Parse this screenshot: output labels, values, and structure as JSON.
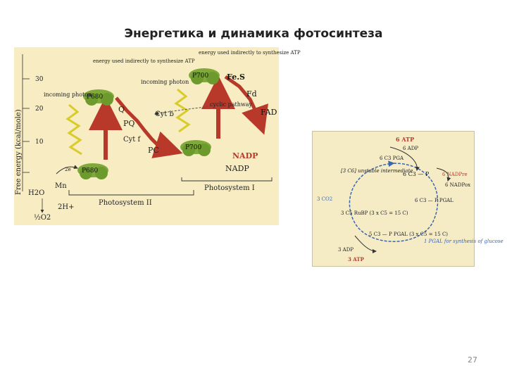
{
  "slide": {
    "title": "Энергетика и динамика фотосинтеза",
    "page_number": "27"
  },
  "photosynthesis_diagram": {
    "y_axis_label": "Free energy (kcal/mole)",
    "y_ticks": [
      "30",
      "20",
      "10"
    ],
    "photosystem2_label": "Photosystem II",
    "photosystem1_label": "Photosystem I",
    "p680": "P680",
    "p680_star": "P680",
    "p700": "P700",
    "p700_star": "P700",
    "incoming_photon": "incoming photon",
    "energy_used_1": "energy used indirectly to synthesize ATP",
    "energy_used_2": "energy used indirectly to synthesize ATP",
    "cyclic_pathway": "cyclic pathway",
    "carriers": {
      "q": "Q",
      "pq": "PQ",
      "cytb6": "Cyt b",
      "cytf": "Cyt f",
      "pc": "PC",
      "fes": "Fe.S",
      "fd": "Fd",
      "fad": "FAD",
      "mn": "Mn"
    },
    "nadp_red": "NADP",
    "nadp_ox": "NADP",
    "h2o": "H2O",
    "h_plus": "2H+",
    "o2": "½O2",
    "electron": "2e"
  },
  "calvin_cycle": {
    "atp_6": "6 ATP",
    "adp_6": "6 ADP",
    "pga": "6 C3 PGA",
    "bpga": "6 C3 — P",
    "nadp_6red": "6 NADPre",
    "nadp_6ox": "6 NADPox",
    "pgal_6": "6 C3 — P PGAL",
    "unstable": "[3 C6] unstable intermediate",
    "co2": "3 CO2",
    "rubp": "3 C5 RuBP (3 x C5 = 15 C)",
    "pgal_5": "5 C3 — P PGAL (3 x C5 = 15 C)",
    "atp_3": "3 ATP",
    "adp_3": "3 ADP",
    "pgal_out": "1 PGAL for synthesis of glucose"
  }
}
